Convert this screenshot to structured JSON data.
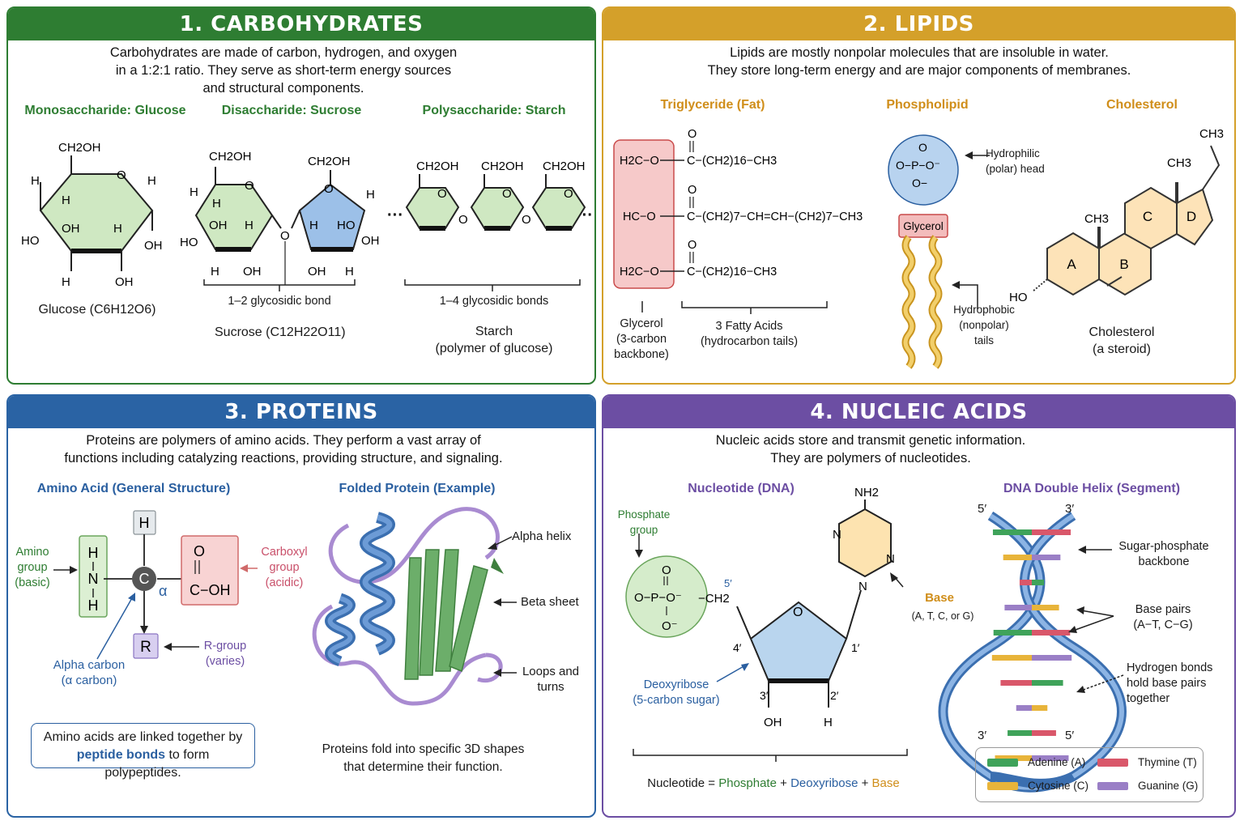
{
  "carbohydrates": {
    "title": "1. CARBOHYDRATES",
    "description": [
      "Carbohydrates are made of carbon, hydrogen, and oxygen",
      "in a 1:2:1 ratio. They serve as short-term energy sources",
      "and structural components."
    ],
    "mono_title": "Monosaccharide: Glucose",
    "di_title": "Disaccharide: Sucrose",
    "poly_title": "Polysaccharide: Starch",
    "glucose_caption": "Glucose (C6H12O6)",
    "sucrose_bond": "1–2 glycosidic bond",
    "sucrose_caption": "Sucrose (C12H22O11)",
    "starch_bond": "1–4 glycosidic bonds",
    "starch_caption": [
      "Starch",
      "(polymer of glucose)"
    ],
    "labels": {
      "ch2oh": "CH2OH",
      "o": "O",
      "h": "H",
      "oh": "OH",
      "ho": "HO",
      "dots": "···"
    }
  },
  "lipids": {
    "title": "2. LIPIDS",
    "description": [
      "Lipids are mostly nonpolar molecules that are insoluble in water.",
      "They store long-term energy and are major components of membranes."
    ],
    "trig_title": "Triglyceride (Fat)",
    "phos_title": "Phospholipid",
    "chol_title": "Cholesterol",
    "chains": {
      "c1": "C−(CH2)16−CH3",
      "c2": "C−(CH2)7−CH=CH−(CH2)7−CH3",
      "c3": "C−(CH2)16−CH3"
    },
    "glycerol_rows": [
      "H2C−O",
      "HC−O",
      "H2C−O"
    ],
    "glycerol_label": [
      "Glycerol",
      "(3-carbon",
      "backbone)"
    ],
    "fatty_acids_label": [
      "3 Fatty Acids",
      "(hydrocarbon tails)"
    ],
    "phosphate_formula": {
      "top": "O",
      "mid": "O−P−O⁻",
      "bottom": "O−"
    },
    "glycerol_box": "Glycerol",
    "hydrophilic": [
      "Hydrophilic",
      "(polar) head"
    ],
    "hydrophobic": [
      "Hydrophobic",
      "(nonpolar)",
      "tails"
    ],
    "ring_labels": [
      "A",
      "B",
      "C",
      "D"
    ],
    "ch3": "CH3",
    "ho": "HO",
    "chol_caption": [
      "Cholesterol",
      "(a steroid)"
    ]
  },
  "proteins": {
    "title": "3. PROTEINS",
    "description": [
      "Proteins are polymers of amino acids. They perform a vast array of",
      "functions including catalyzing reactions, providing structure, and signaling."
    ],
    "aa_title": "Amino Acid (General Structure)",
    "folded_title": "Folded Protein (Example)",
    "amino_label": [
      "Amino",
      "group",
      "(basic)"
    ],
    "carboxyl_label": [
      "Carboxyl",
      "group",
      "(acidic)"
    ],
    "alpha_label": [
      "Alpha carbon",
      "(α carbon)"
    ],
    "rgroup_label": [
      "R-group",
      "(varies)"
    ],
    "atoms": {
      "h": "H",
      "n": "N",
      "c": "C",
      "r": "R",
      "o": "O",
      "coh": "C−OH",
      "alpha": "α"
    },
    "note": {
      "pre": "Amino acids are linked together by",
      "bold": "peptide bonds",
      "post": "to form polypeptides."
    },
    "fold_labels": {
      "helix": "Alpha helix",
      "sheet": "Beta sheet",
      "loops": [
        "Loops and",
        "turns"
      ]
    },
    "fold_caption": [
      "Proteins fold into specific 3D shapes",
      "that determine their function."
    ]
  },
  "nucleic": {
    "title": "4. NUCLEIC ACIDS",
    "description": [
      "Nucleic acids store and transmit genetic information.",
      "They are polymers of nucleotides."
    ],
    "nucleotide_title": "Nucleotide (DNA)",
    "helix_title": "DNA Double Helix (Segment)",
    "phosphate_label": [
      "Phosphate",
      "group"
    ],
    "phosphate_formula": {
      "top": "O",
      "mid": "O−P−O⁻",
      "bottom": "O⁻",
      "ch2": "−CH2"
    },
    "base_label": "Base",
    "base_sub": "(A, T, C, or G)",
    "nh2": "NH2",
    "n": "N",
    "o": "O",
    "deoxyribose_label": [
      "Deoxyribose",
      "(5-carbon sugar)"
    ],
    "carbon_numbers": [
      "5′",
      "4′",
      "3′",
      "2′",
      "1′"
    ],
    "sugar_groups": {
      "oh": "OH",
      "h": "H"
    },
    "equation": {
      "lhs": "Nucleotide =",
      "a": "Phosphate",
      "b": "Deoxyribose",
      "c": "Base",
      "plus": "+"
    },
    "strand_ends": {
      "top_left": "5′",
      "top_right": "3′",
      "bottom_left": "3′",
      "bottom_right": "5′"
    },
    "helix_labels": {
      "backbone": [
        "Sugar-phosphate",
        "backbone"
      ],
      "pairs": [
        "Base pairs",
        "(A−T, C−G)"
      ],
      "hbonds": [
        "Hydrogen bonds",
        "hold base pairs",
        "together"
      ]
    },
    "legend": [
      {
        "name": "Adenine (A)",
        "color": "#3fa35a"
      },
      {
        "name": "Thymine (T)",
        "color": "#d9576a"
      },
      {
        "name": "Cytosine (C)",
        "color": "#e8b43a"
      },
      {
        "name": "Guanine (G)",
        "color": "#9a7fc6"
      }
    ]
  }
}
